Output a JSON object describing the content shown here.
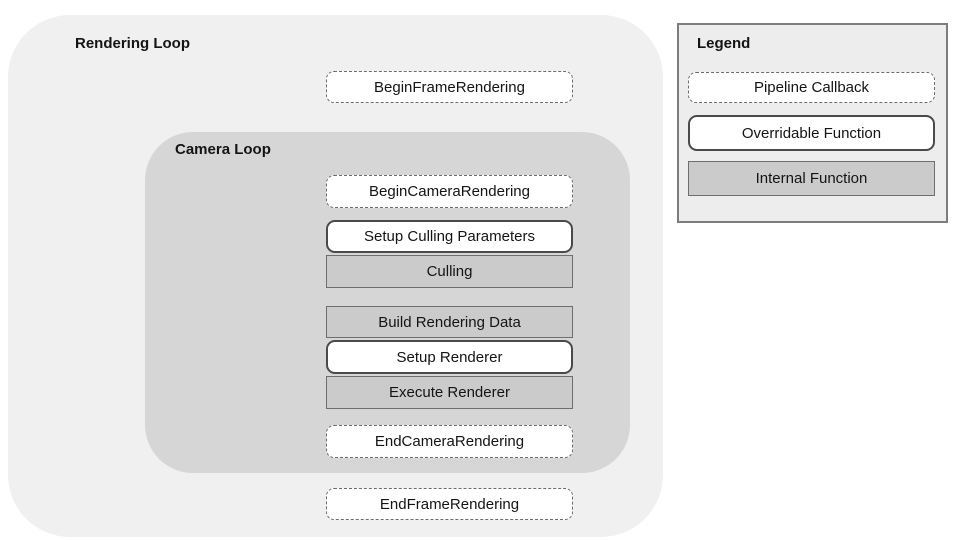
{
  "rendering_loop": {
    "title": "Rendering Loop",
    "begin_frame": {
      "label": "BeginFrameRendering",
      "type": "pipeline-callback"
    },
    "end_frame": {
      "label": "EndFrameRendering",
      "type": "pipeline-callback"
    },
    "camera_loop": {
      "title": "Camera Loop",
      "steps": [
        {
          "label": "BeginCameraRendering",
          "type": "pipeline-callback"
        },
        {
          "label": "Setup Culling Parameters",
          "type": "overridable-function"
        },
        {
          "label": "Culling",
          "type": "internal-function"
        },
        {
          "label": "Build Rendering Data",
          "type": "internal-function"
        },
        {
          "label": "Setup Renderer",
          "type": "overridable-function"
        },
        {
          "label": "Execute Renderer",
          "type": "internal-function"
        },
        {
          "label": "EndCameraRendering",
          "type": "pipeline-callback"
        }
      ]
    }
  },
  "legend": {
    "title": "Legend",
    "items": [
      {
        "label": "Pipeline Callback",
        "type": "pipeline-callback"
      },
      {
        "label": "Overridable Function",
        "type": "overridable-function"
      },
      {
        "label": "Internal Function",
        "type": "internal-function"
      }
    ]
  },
  "colors": {
    "page_bg": "#ffffff",
    "rendering_loop_bg": "#f0f0f0",
    "camera_loop_bg": "#d6d6d6",
    "internal_box_bg": "#cbcbcb",
    "box_bg": "#ffffff",
    "solid_border": "#4a4a4a",
    "dashed_border": "#6b6b6b",
    "internal_border": "#6e6e6e",
    "legend_bg": "#ededed",
    "legend_border": "#7d7d7d",
    "text": "#141414"
  }
}
